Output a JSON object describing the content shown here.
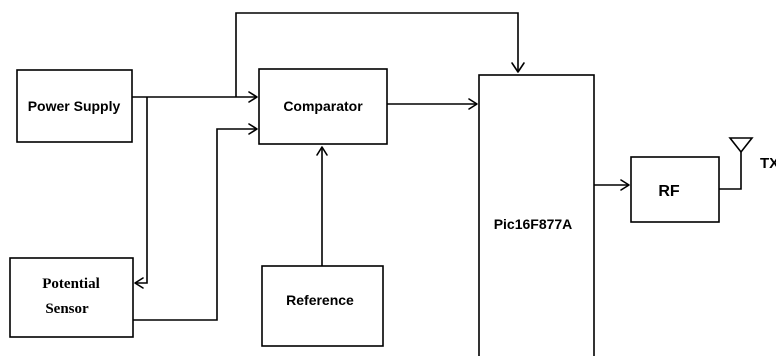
{
  "diagram": {
    "blocks": {
      "power_supply": "Power Supply",
      "comparator": "Comparator",
      "potential_sensor_line1": "Potential",
      "potential_sensor_line2": "Sensor",
      "reference": "Reference",
      "pic": "Pic16F877A",
      "rf": "RF"
    },
    "antenna_label": "TX",
    "colors": {
      "line": "#000000",
      "background": "#ffffff"
    }
  }
}
